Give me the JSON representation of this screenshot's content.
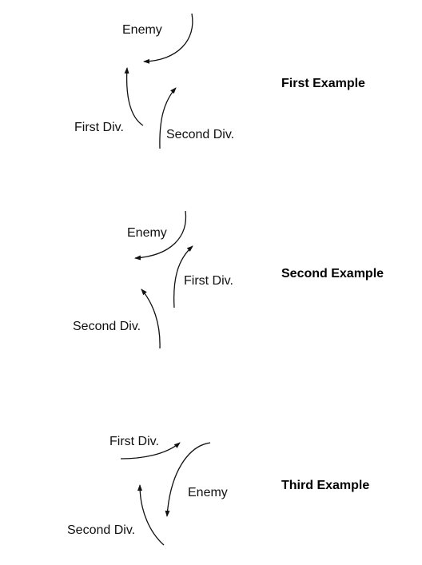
{
  "colors": {
    "arrow": "#111111",
    "text": "#111111",
    "background": "#ffffff"
  },
  "examples": [
    {
      "title": "First Example",
      "labels": {
        "enemy": "Enemy",
        "first_div": "First Div.",
        "second_div": "Second Div."
      }
    },
    {
      "title": "Second Example",
      "labels": {
        "enemy": "Enemy",
        "first_div": "First Div.",
        "second_div": "Second Div."
      }
    },
    {
      "title": "Third Example",
      "labels": {
        "enemy": "Enemy",
        "first_div": "First Div.",
        "second_div": "Second Div."
      }
    }
  ]
}
